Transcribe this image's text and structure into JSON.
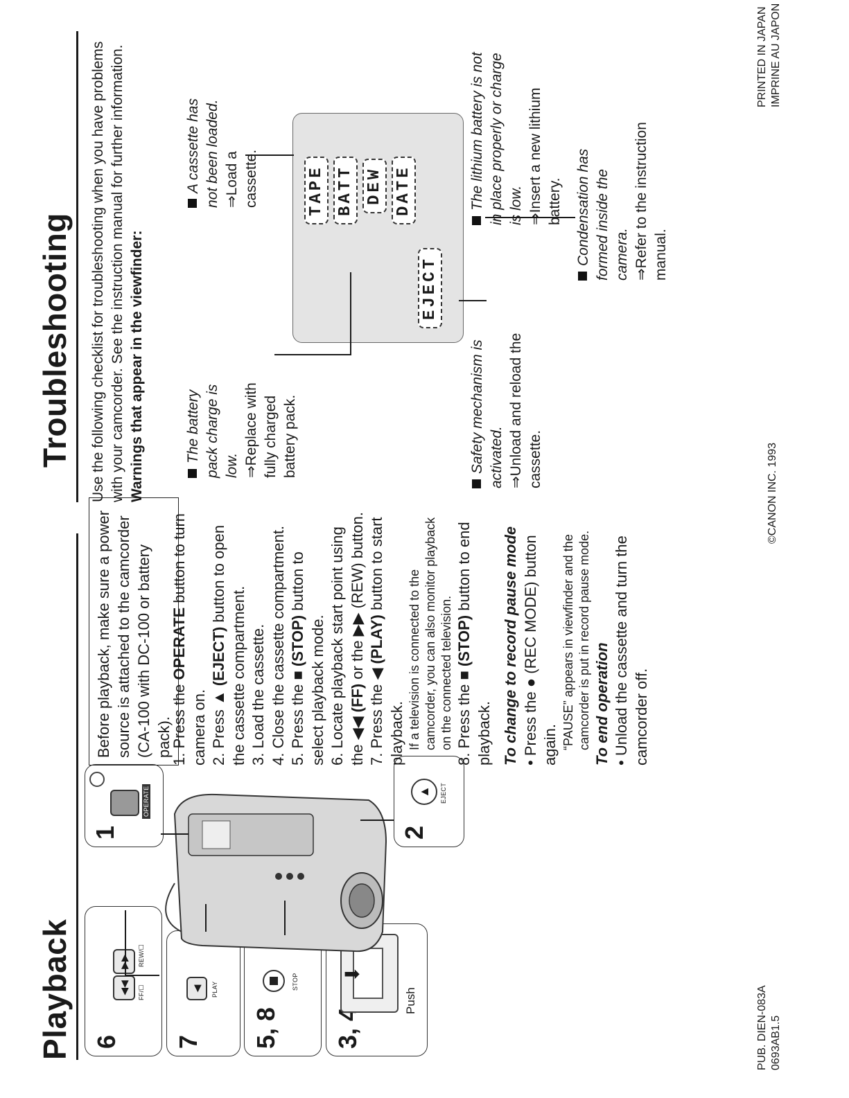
{
  "playback": {
    "title": "Playback",
    "note": "Before playback, make sure a power source is attached to the camcorder (CA-100 with DC-100 or battery pack).",
    "steps": [
      {
        "num": "1.",
        "pre": "Press the ",
        "bold": "OPERATE",
        "post": " button to turn camera on."
      },
      {
        "num": "2.",
        "pre": "Press ▲ ",
        "bold": "(EJECT)",
        "post": " button to open the cassette compartment."
      },
      {
        "num": "3.",
        "pre": "Load the cassette.",
        "bold": "",
        "post": ""
      },
      {
        "num": "4.",
        "pre": "Close the cassette compartment.",
        "bold": "",
        "post": ""
      },
      {
        "num": "5.",
        "pre": "Press the ■ ",
        "bold": "(STOP)",
        "post": " button to select playback mode."
      },
      {
        "num": "6.",
        "pre": "Locate playback start point using the ◀◀ ",
        "bold": "(FF)",
        "post": " or the ▶▶ (REW) button."
      },
      {
        "num": "7.",
        "pre": "Press the ◀ ",
        "bold": "(PLAY)",
        "post": " button to start playback."
      },
      {
        "num": "",
        "pre": "If a television is connected to the camcorder, you can also monitor playback on the connected television.",
        "bold": "",
        "post": "",
        "small": true
      },
      {
        "num": "8.",
        "pre": "Press the ■ ",
        "bold": "(STOP)",
        "post": " button to end playback."
      }
    ],
    "pause_heading": "To change to record pause mode",
    "pause_line": "Press the ● (REC MODE) button again.",
    "pause_sub": "“PAUSE” appears in viewfinder and the camcorder is put in record pause mode.",
    "end_heading": "To end operation",
    "end_line": "Unload the cassette and turn the camcorder off.",
    "panels": {
      "p6": {
        "num": "6",
        "label_ff": "FF/☐",
        "label_rew": "REW/☐"
      },
      "p7": {
        "num": "7",
        "label": "PLAY"
      },
      "p58": {
        "num": "5, 8",
        "label": "STOP"
      },
      "p34": {
        "num": "3, 4",
        "label": "Push"
      },
      "p1": {
        "num": "1",
        "label": "OPERATE"
      },
      "p2": {
        "num": "2",
        "label": "EJECT"
      }
    }
  },
  "troubleshooting": {
    "title": "Troubleshooting",
    "intro": "Use the following checklist for troubleshooting when you have problems with your camcorder. See the instruction manual for further information.",
    "warnings_heading": "Warnings that appear in the viewfinder:",
    "viewfinder_tags": [
      "TAPE",
      "BATT",
      "DEW",
      "DATE",
      "EJECT"
    ],
    "warnings": {
      "battery": {
        "cause": "The battery pack charge is low.",
        "fix": "⇒Replace with fully charged battery pack."
      },
      "cassette": {
        "cause": "A cassette has not been loaded.",
        "fix": "⇒Load a cassette."
      },
      "safety": {
        "cause": "Safety mechanism is activated.",
        "fix": "⇒Unload and reload the cassette."
      },
      "lithium": {
        "cause": "The lithium battery is not in place properly or charge is low.",
        "fix": "⇒Insert a new lithium battery."
      },
      "dew": {
        "cause": "Condensation has formed inside the camera.",
        "fix": "⇒Refer to the instruction manual."
      }
    }
  },
  "footer": {
    "pub1": "PUB. DIEN-083A",
    "pub2": "0693AB1.5",
    "copyright": "©CANON INC. 1993",
    "printed1": "PRINTED IN JAPAN",
    "printed2": "IMPRINE AU JAPON"
  }
}
